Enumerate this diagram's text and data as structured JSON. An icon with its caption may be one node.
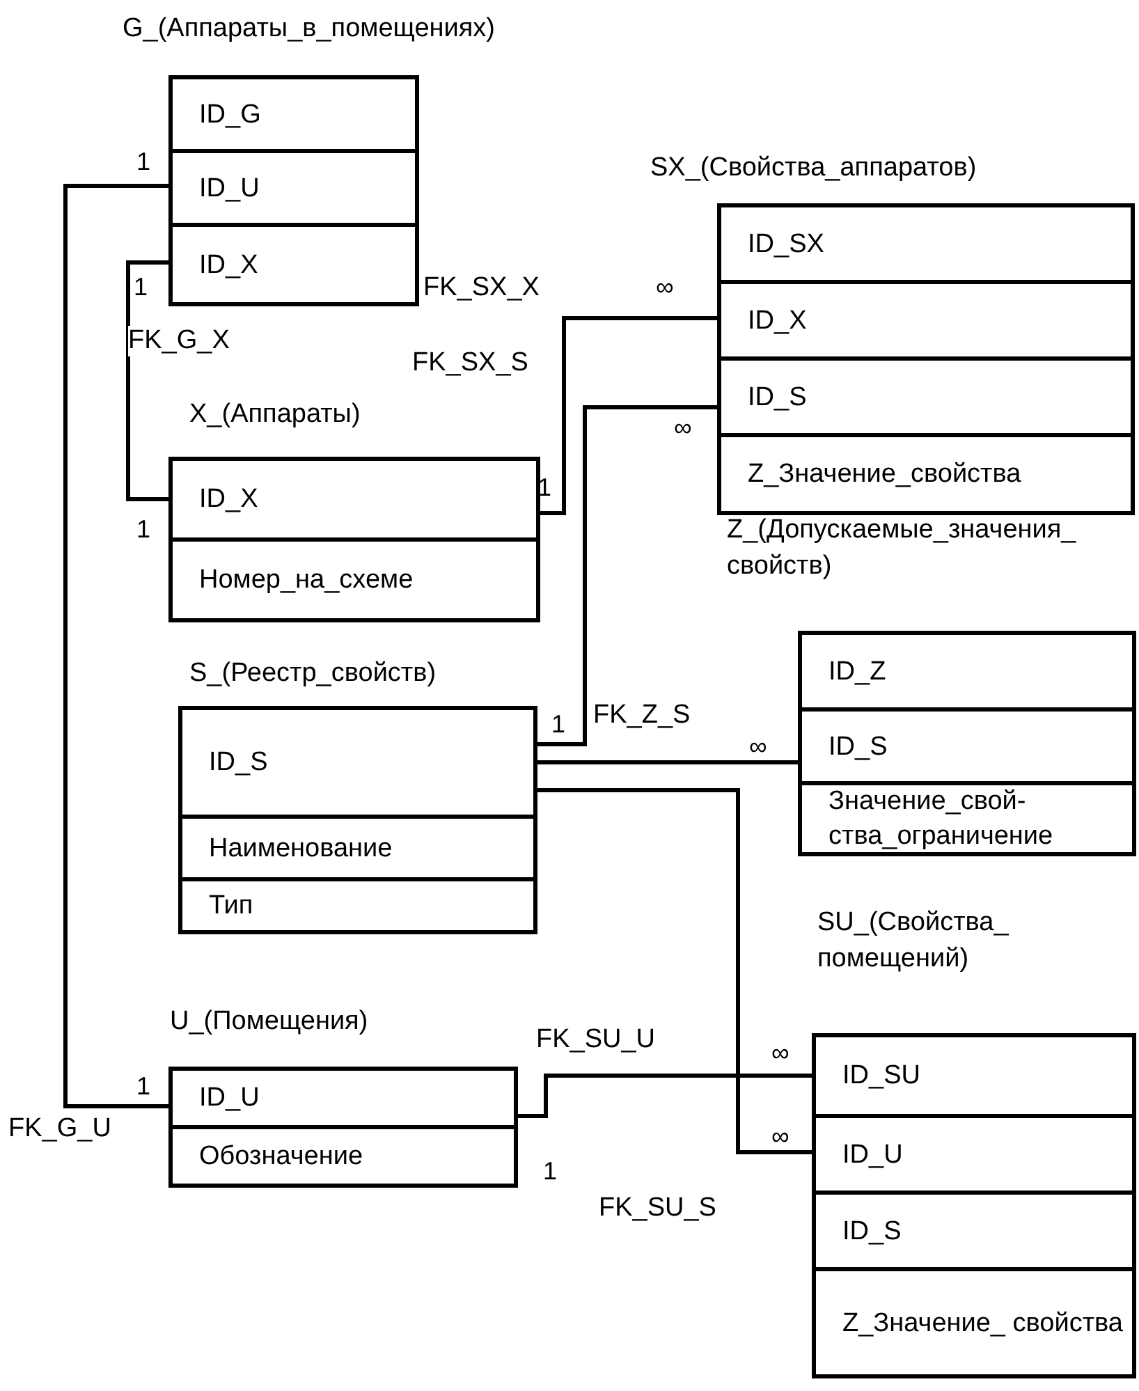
{
  "diagram": {
    "nodes": [
      {
        "text": [
          "G_(Аппараты_в_помещениях)"
        ]
      },
      {
        "text": [
          "ID_G"
        ],
        "in": 0
      },
      {
        "text": [
          "ID_U"
        ],
        "in": 0
      },
      {
        "text": [
          "ID_X"
        ],
        "in": 0
      },
      {
        "text": [
          "SX_(Свойства_аппаратов)"
        ]
      },
      {
        "text": [
          "ID_SX"
        ],
        "in": 4
      },
      {
        "text": [
          "ID_X"
        ],
        "in": 4
      },
      {
        "text": [
          "ID_S"
        ],
        "in": 4
      },
      {
        "text": [
          "Z_Значение_свойства"
        ],
        "in": 4
      },
      {
        "text": [
          "X_(Аппараты)"
        ]
      },
      {
        "text": [
          "ID_X"
        ],
        "in": 9
      },
      {
        "text": [
          "Номер_на_схеме"
        ],
        "in": 9
      },
      {
        "text": [
          "Z_(Допускаемые_значения_ свойств)"
        ]
      },
      {
        "text": [
          "ID_Z"
        ],
        "in": 12
      },
      {
        "text": [
          "ID_S"
        ],
        "in": 12
      },
      {
        "text": [
          "Значение_свой- ства_ограничение"
        ],
        "in": 12
      },
      {
        "text": [
          "S_(Реестр_свойств)"
        ]
      },
      {
        "text": [
          "ID_S"
        ],
        "in": 16
      },
      {
        "text": [
          "Наименование"
        ],
        "in": 16
      },
      {
        "text": [
          "Тип"
        ],
        "in": 16
      },
      {
        "text": [
          "SU_(Свойства_ помещений)"
        ]
      },
      {
        "text": [
          "ID_SU"
        ],
        "in": 20
      },
      {
        "text": [
          "ID_U"
        ],
        "in": 20
      },
      {
        "text": [
          "ID_S"
        ],
        "in": 20
      },
      {
        "text": [
          "Z_Значение_ свойства"
        ],
        "in": 20
      },
      {
        "text": [
          "U_(Помещения)"
        ]
      },
      {
        "text": [
          "ID_U"
        ],
        "in": 25
      },
      {
        "text": [
          "Обозначение"
        ],
        "in": 25
      }
    ],
    "edges": [
      {
        "from": 26,
        "to": 2,
        "arrow": "none",
        "label": "FK_G_U"
      },
      {
        "from": 10,
        "to": 3,
        "arrow": "none",
        "label": "FK_G_X"
      },
      {
        "from": 10,
        "to": 6,
        "arrow": "none",
        "label": "FK_SX_X"
      },
      {
        "from": 17,
        "to": 7,
        "arrow": "none",
        "label": "FK_SX_S"
      },
      {
        "from": 17,
        "to": 14,
        "arrow": "none",
        "label": "FK_Z_S"
      },
      {
        "from": 17,
        "to": 22,
        "arrow": "none",
        "label": "FK_SU_S"
      },
      {
        "from": 26,
        "to": 21,
        "arrow": "none",
        "label": "FK_SU_U"
      }
    ],
    "labels": [
      "1",
      "1",
      "∞",
      "∞",
      "1",
      "1",
      "1",
      "∞",
      "∞",
      "1",
      "∞",
      "1"
    ]
  }
}
